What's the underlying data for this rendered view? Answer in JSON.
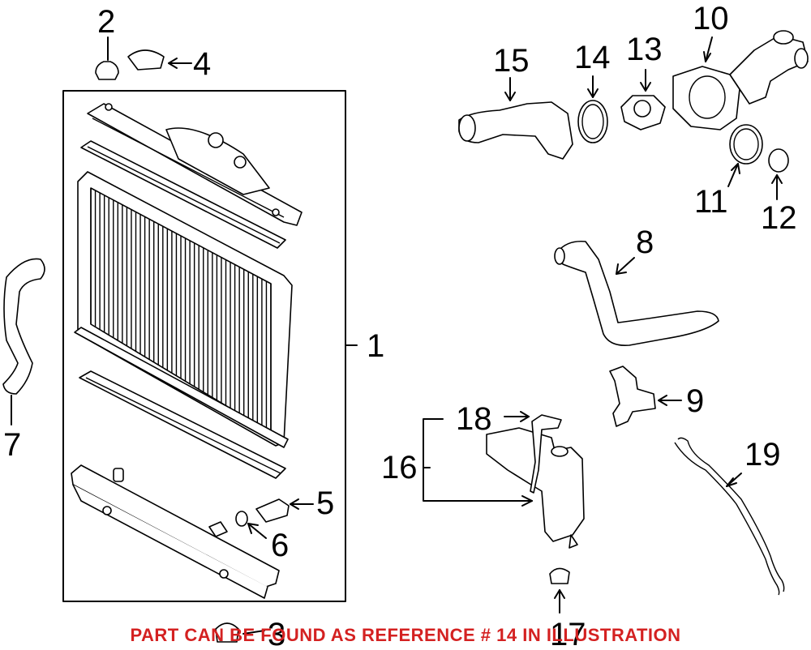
{
  "callouts": {
    "c1": "1",
    "c2": "2",
    "c3": "3",
    "c4": "4",
    "c5": "5",
    "c6": "6",
    "c7": "7",
    "c8": "8",
    "c9": "9",
    "c10": "10",
    "c11": "11",
    "c12": "12",
    "c13": "13",
    "c14": "14",
    "c15": "15",
    "c16": "16",
    "c17": "17",
    "c18": "18",
    "c19": "19"
  },
  "caption": "PART CAN BE FOUND AS REFERENCE # 14 IN ILLUSTRATION",
  "colors": {
    "caption": "#d42121",
    "line": "#000000",
    "background": "#ffffff"
  }
}
